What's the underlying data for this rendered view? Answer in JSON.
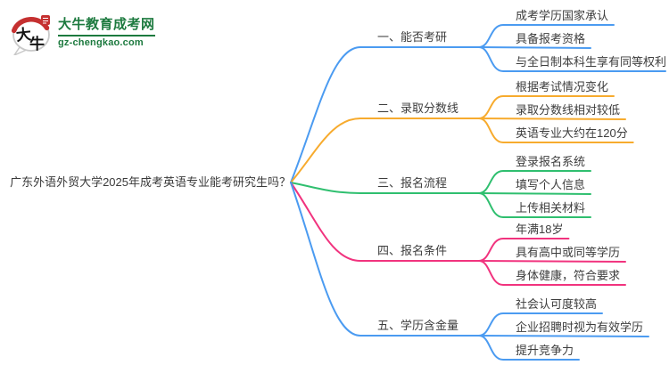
{
  "logo": {
    "title": "大牛教育成考网",
    "url": "gz-chengkao.com",
    "icon_char1": "大",
    "icon_char2": "牛",
    "brand_color": "#1d7a3f",
    "seal_color": "#c53030",
    "bubble_stroke": "#c9c9c9"
  },
  "root": {
    "label": "广东外语外贸大学2025年成考英语专业能考研究生吗？"
  },
  "branches": [
    {
      "label": "一、能否考研",
      "color": "#4b9bf1",
      "children": [
        "成考学历国家承认",
        "具备报考资格",
        "与全日制本科生享有同等权利"
      ]
    },
    {
      "label": "二、录取分数线",
      "color": "#f7ab2e",
      "children": [
        "根据考试情况变化",
        "录取分数线相对较低",
        "英语专业大约在120分"
      ]
    },
    {
      "label": "三、报名流程",
      "color": "#2fbf6f",
      "children": [
        "登录报名系统",
        "填写个人信息",
        "上传相关材料"
      ]
    },
    {
      "label": "四、报名条件",
      "color": "#f1337e",
      "children": [
        "年满18岁",
        "具有高中或同等学历",
        "身体健康，符合要求"
      ]
    },
    {
      "label": "五、学历含金量",
      "color": "#4b9bf1",
      "children": [
        "社会认可度较高",
        "企业招聘时视为有效学历",
        "提升竞争力"
      ]
    }
  ]
}
